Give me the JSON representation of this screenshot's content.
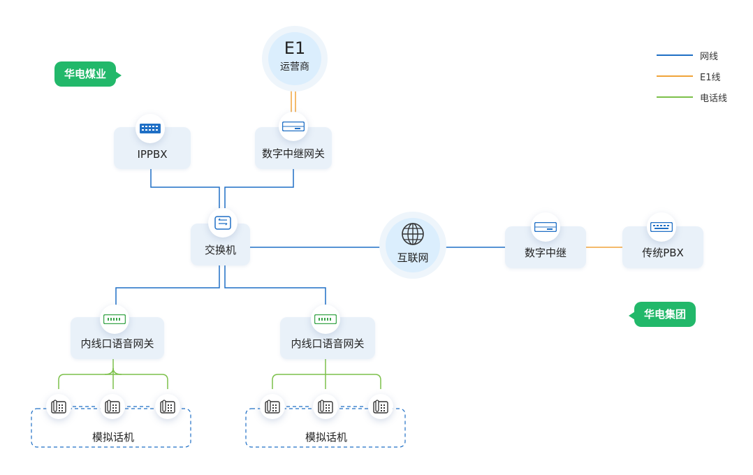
{
  "colors": {
    "lan": "#1f6fc5",
    "e1": "#f0a43a",
    "phone_line": "#7cc04a",
    "accent": "#22b86a"
  },
  "legend": [
    {
      "label": "网线",
      "color": "#1f6fc5"
    },
    {
      "label": "E1线",
      "color": "#f0a43a"
    },
    {
      "label": "电话线",
      "color": "#7cc04a"
    }
  ],
  "tags": {
    "left": "华电煤业",
    "right": "华电集团"
  },
  "e1_cloud": {
    "title": "E1",
    "subtitle": "运营商"
  },
  "nodes": {
    "ippbx": "IPPBX",
    "digital_gateway": "数字中继网关",
    "switch": "交换机",
    "internet": "互联网",
    "digital_trunk": "数字中继",
    "legacy_pbx": "传统PBX",
    "voice_gw_left": "内线口语音网关",
    "voice_gw_right": "内线口语音网关"
  },
  "phone_groups": {
    "left_label": "模拟话机",
    "right_label": "模拟话机"
  }
}
